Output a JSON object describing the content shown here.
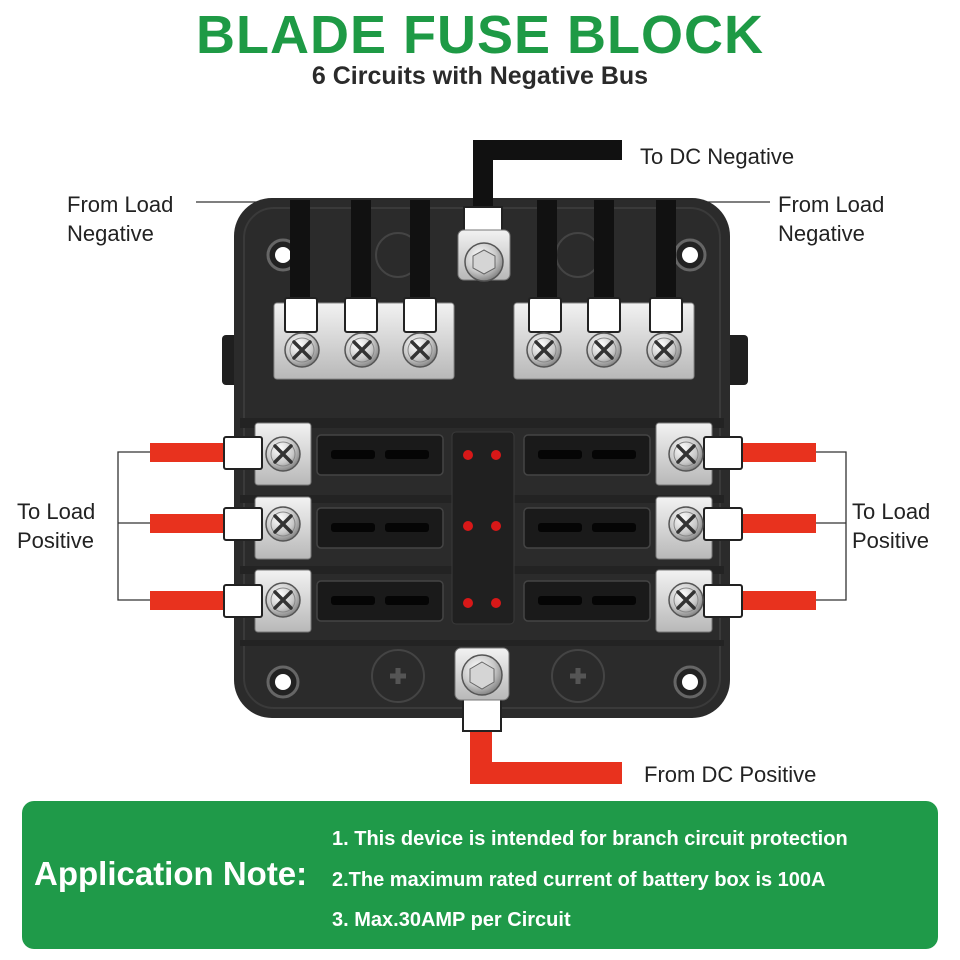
{
  "header": {
    "title": "BLADE FUSE BLOCK",
    "subtitle": "6 Circuits with Negative Bus"
  },
  "labels": {
    "dc_negative": "To DC Negative",
    "load_negative_left": "From Load\nNegative",
    "load_negative_right": "From Load\nNegative",
    "load_positive_left": "To Load\nPositive",
    "load_positive_right": "To Load\nPositive",
    "dc_positive": "From DC Positive"
  },
  "note": {
    "heading": "Application Note:",
    "lines": [
      "1. This device is intended for branch circuit protection",
      "2.The maximum rated current of battery box is 100A",
      "3. Max.30AMP per Circuit"
    ]
  },
  "colors": {
    "title": "#1e9a45",
    "note_background": "#1f9a49",
    "negative_wire": "#111111",
    "positive_wire": "#e8321e",
    "block_body": "#2b2b2b",
    "led": "#d81818"
  },
  "fuse_block": {
    "circuits": 6,
    "negative_terminals": 6,
    "indicator_leds": 6
  }
}
